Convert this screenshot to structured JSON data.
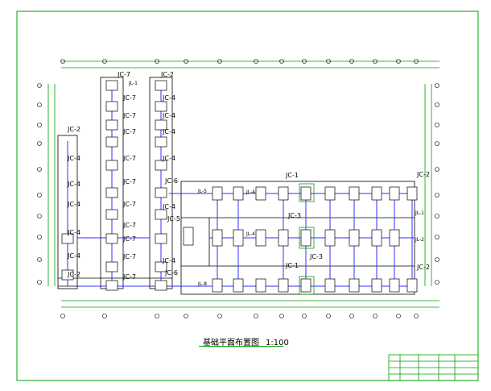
{
  "drawing": {
    "title": "基础平面布置图",
    "scale": "1:100"
  },
  "labels": {
    "jc1": "JC-1",
    "jc2": "JC-2",
    "jc3": "JC-3",
    "jc4": "JC-4",
    "jc5": "JC-5",
    "jc6": "JC-6",
    "jc7": "JC-7",
    "jl1": "JL-1",
    "jl2": "JL-2",
    "jl4": "JL-4",
    "jl5": "JL-5",
    "jl8": "JL-8"
  },
  "colors": {
    "border": "#00a000",
    "grid": "#00a000",
    "beam": "#3030ff",
    "outline": "#000000"
  }
}
